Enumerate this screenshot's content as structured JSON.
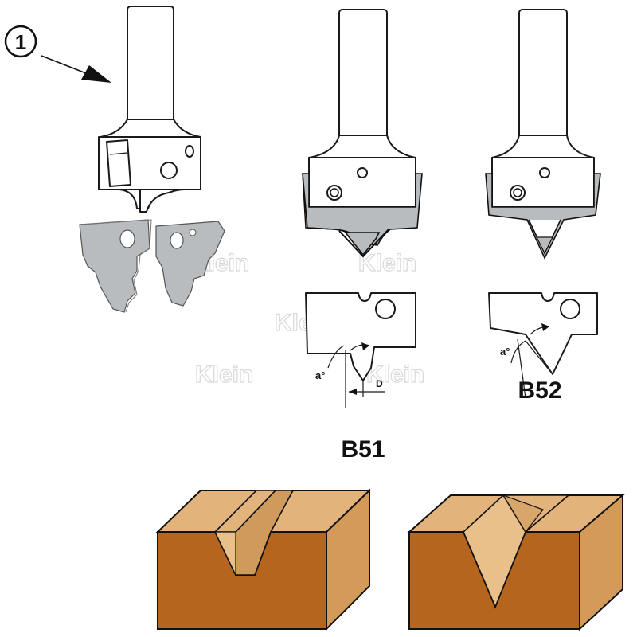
{
  "callout": {
    "number": "1"
  },
  "labels": {
    "b51": "B51",
    "b52": "B52",
    "angle_b51": "a°",
    "angle_b52": "a°",
    "dimension_d": "D"
  },
  "watermark": {
    "text": "Klein"
  },
  "colors": {
    "wood_top": "#e2b37a",
    "wood_front": "#b5651d",
    "wood_side": "#d49a5a",
    "insert_grey": "#b9bcbf",
    "outline": "#1a1a1a"
  }
}
